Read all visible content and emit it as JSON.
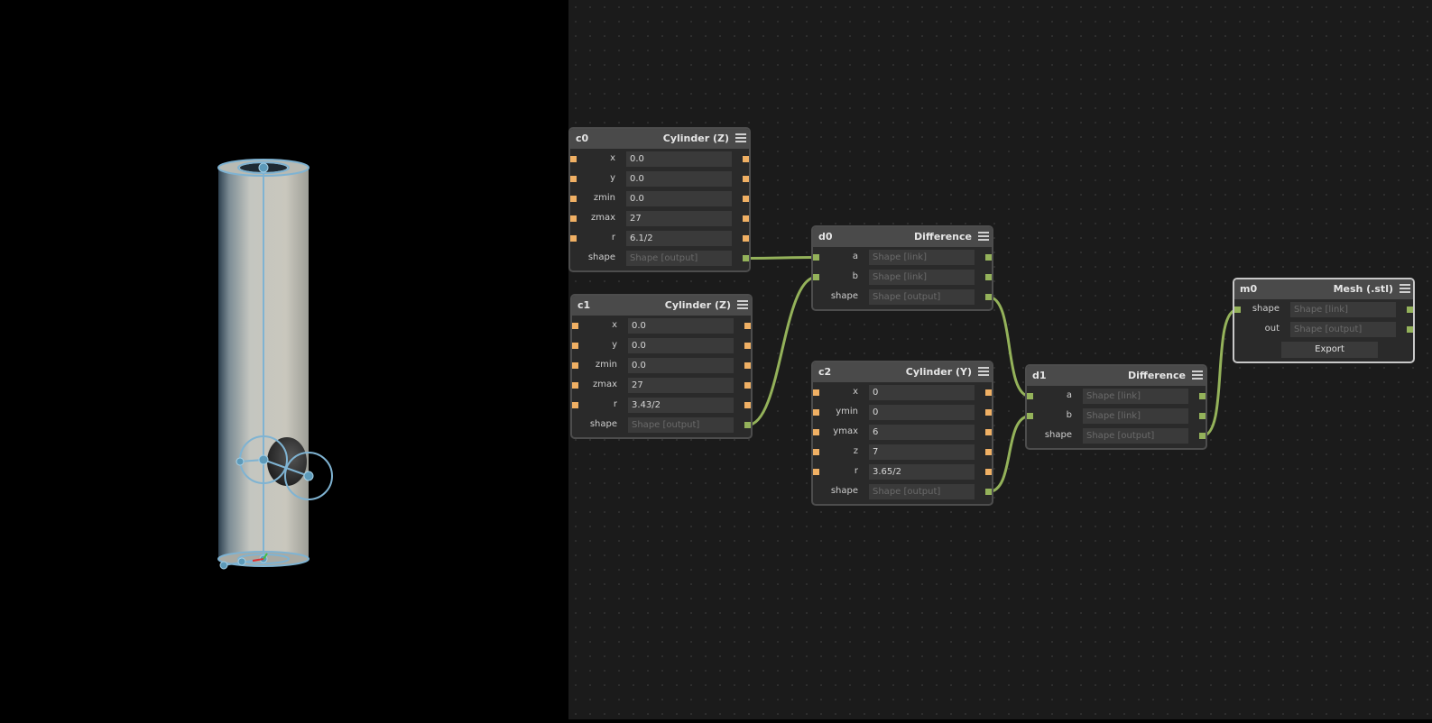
{
  "colors": {
    "graph_bg": "#1b1b1b",
    "node_bg": "#2a2a2a",
    "header_bg": "#4a4a4a",
    "number_port": "#f0b064",
    "shape_port": "#94b25a",
    "wire": "#94b25a"
  },
  "nodes": {
    "c0": {
      "name": "c0",
      "type": "Cylinder (Z)",
      "rows": [
        {
          "label": "x",
          "value": "0.0"
        },
        {
          "label": "y",
          "value": "0.0"
        },
        {
          "label": "zmin",
          "value": "0.0"
        },
        {
          "label": "zmax",
          "value": "27"
        },
        {
          "label": "r",
          "value": "6.1/2"
        },
        {
          "label": "shape",
          "placeholder": "Shape [output]"
        }
      ]
    },
    "c1": {
      "name": "c1",
      "type": "Cylinder (Z)",
      "rows": [
        {
          "label": "x",
          "value": "0.0"
        },
        {
          "label": "y",
          "value": "0.0"
        },
        {
          "label": "zmin",
          "value": "0.0"
        },
        {
          "label": "zmax",
          "value": "27"
        },
        {
          "label": "r",
          "value": "3.43/2"
        },
        {
          "label": "shape",
          "placeholder": "Shape [output]"
        }
      ]
    },
    "d0": {
      "name": "d0",
      "type": "Difference",
      "rows": [
        {
          "label": "a",
          "placeholder": "Shape [link]"
        },
        {
          "label": "b",
          "placeholder": "Shape [link]"
        },
        {
          "label": "shape",
          "placeholder": "Shape [output]"
        }
      ]
    },
    "c2": {
      "name": "c2",
      "type": "Cylinder (Y)",
      "rows": [
        {
          "label": "x",
          "value": "0"
        },
        {
          "label": "ymin",
          "value": "0"
        },
        {
          "label": "ymax",
          "value": "6"
        },
        {
          "label": "z",
          "value": "7"
        },
        {
          "label": "r",
          "value": "3.65/2"
        },
        {
          "label": "shape",
          "placeholder": "Shape [output]"
        }
      ]
    },
    "d1": {
      "name": "d1",
      "type": "Difference",
      "rows": [
        {
          "label": "a",
          "placeholder": "Shape [link]"
        },
        {
          "label": "b",
          "placeholder": "Shape [link]"
        },
        {
          "label": "shape",
          "placeholder": "Shape [output]"
        }
      ]
    },
    "m0": {
      "name": "m0",
      "type": "Mesh (.stl)",
      "rows": [
        {
          "label": "shape",
          "placeholder": "Shape [link]"
        },
        {
          "label": "out",
          "placeholder": "Shape [output]"
        }
      ],
      "button": "Export"
    }
  },
  "links": [
    {
      "from": "c0.shape",
      "to": "d0.a"
    },
    {
      "from": "c1.shape",
      "to": "d0.b"
    },
    {
      "from": "d0.shape",
      "to": "d1.a"
    },
    {
      "from": "c2.shape",
      "to": "d1.b"
    },
    {
      "from": "d1.shape",
      "to": "m0.shape"
    }
  ]
}
